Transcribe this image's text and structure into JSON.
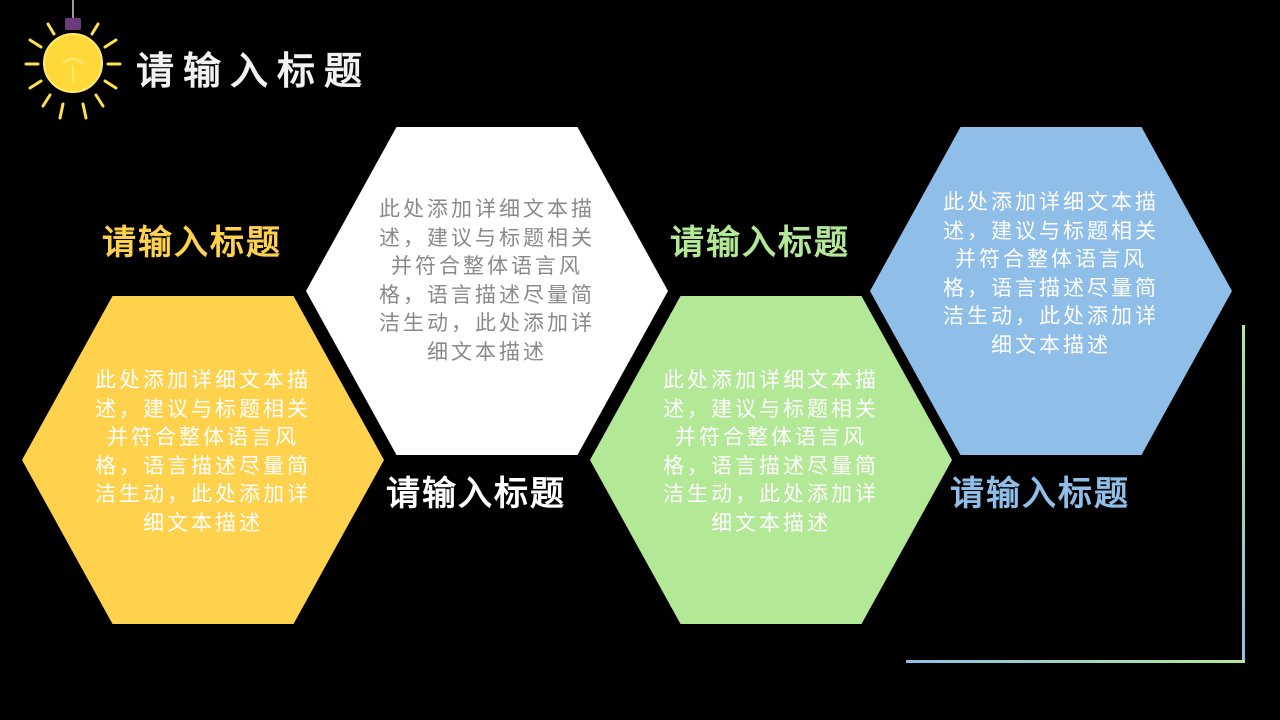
{
  "page": {
    "title": "请输入标题"
  },
  "colors": {
    "background": "#000000",
    "yellow": "#ffd24d",
    "white": "#ffffff",
    "green": "#b3e897",
    "blue": "#8fbfe8",
    "bulb": "#ffe14d"
  },
  "cards": [
    {
      "title": "请输入标题",
      "text": "此处添加详细文本描述，建议与标题相关并符合整体语言风格，语言描述尽量简洁生动，此处添加详细文本描述",
      "color": "#ffd24d",
      "title_color": "#ffd24d",
      "text_color": "#ffffff"
    },
    {
      "title": "请输入标题",
      "text": "此处添加详细文本描述，建议与标题相关并符合整体语言风格，语言描述尽量简洁生动，此处添加详细文本描述",
      "color": "#ffffff",
      "title_color": "#ffffff",
      "text_color": "#8a8a8a"
    },
    {
      "title": "请输入标题",
      "text": "此处添加详细文本描述，建议与标题相关并符合整体语言风格，语言描述尽量简洁生动，此处添加详细文本描述",
      "color": "#b3e897",
      "title_color": "#b3e897",
      "text_color": "#ffffff"
    },
    {
      "title": "请输入标题",
      "text": "此处添加详细文本描述，建议与标题相关并符合整体语言风格，语言描述尽量简洁生动，此处添加详细文本描述",
      "color": "#8fbfe8",
      "title_color": "#8fbfe8",
      "text_color": "#ffffff"
    }
  ]
}
